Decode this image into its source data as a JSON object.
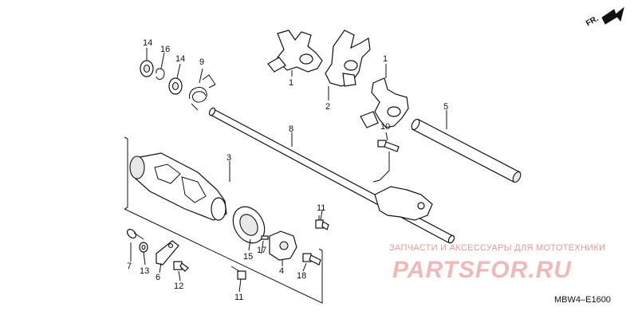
{
  "direction_label": "FR.",
  "labels": {
    "fork_upper": "1",
    "fork_right": "1",
    "fork_center": "2",
    "drum": "3",
    "stopper": "4",
    "short_shaft": "5",
    "plate": "6",
    "spring_small": "7",
    "long_shaft": "8",
    "spring_return": "9",
    "bolt_10": "10",
    "bolt_11_right": "11",
    "bolt_11_bottom": "11",
    "bolt_12": "12",
    "washer_13": "13",
    "washer_14_top": "14",
    "washer_14_mid": "14",
    "bearing_15": "15",
    "clip_16": "16",
    "pin_17": "17",
    "bolt_18": "18"
  },
  "watermark": {
    "tagline": "ЗАПЧАСТИ И АКСЕССУАРЫ ДЛЯ МОТОТЕХНИКИ",
    "brand": "PARTSFOR.RU"
  },
  "diagram_code": "MBW4–E1600"
}
